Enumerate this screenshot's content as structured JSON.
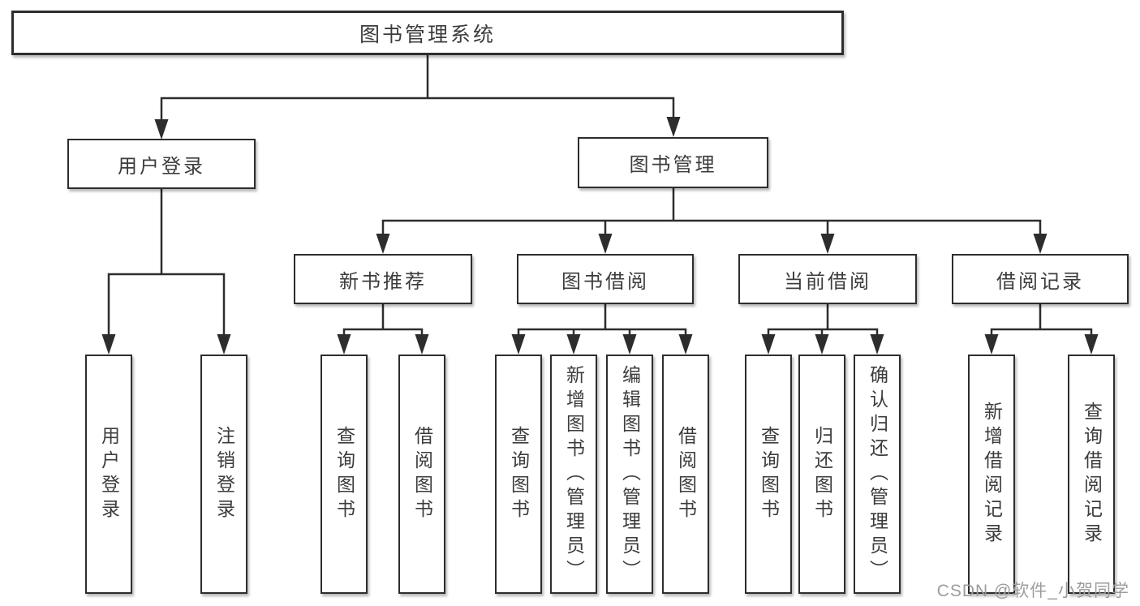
{
  "diagram": {
    "root": {
      "label": "图书管理系统"
    },
    "branches": [
      {
        "label": "用户登录",
        "children": [
          {
            "label": "用户登录"
          },
          {
            "label": "注销登录"
          }
        ]
      },
      {
        "label": "图书管理",
        "children": [
          {
            "label": "新书推荐",
            "children": [
              {
                "label": "查询图书"
              },
              {
                "label": "借阅图书"
              }
            ]
          },
          {
            "label": "图书借阅",
            "children": [
              {
                "label": "查询图书"
              },
              {
                "label": "新增图书（管理员）"
              },
              {
                "label": "编辑图书（管理员）"
              },
              {
                "label": "借阅图书"
              }
            ]
          },
          {
            "label": "当前借阅",
            "children": [
              {
                "label": "查询图书"
              },
              {
                "label": "归还图书"
              },
              {
                "label": "确认归还（管理员）"
              }
            ]
          },
          {
            "label": "借阅记录",
            "children": [
              {
                "label": "新增借阅记录"
              },
              {
                "label": "查询借阅记录"
              }
            ]
          }
        ]
      }
    ]
  },
  "watermark": {
    "text": "CSDN @软件_小贺同学"
  },
  "colors": {
    "line": "#2d2d2d",
    "box_border": "#2d2d2d",
    "text": "#3c3c3c",
    "watermark": "#9c9c9c",
    "background": "#ffffff"
  }
}
